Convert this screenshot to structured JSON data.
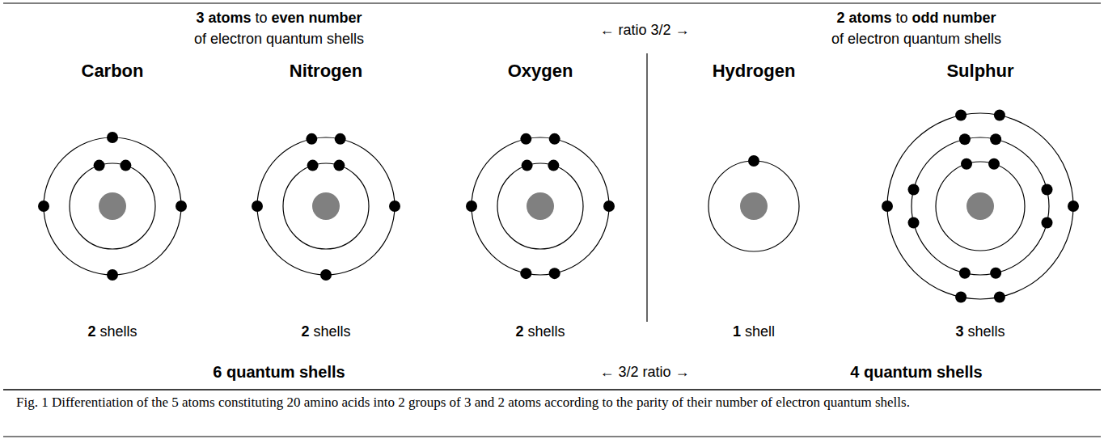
{
  "diagram": {
    "caption": "Fig. 1 Differentiation of the 5 atoms constituting 20 amino acids into 2 groups of 3 and 2 atoms according to the parity of their number of electron quantum shells.",
    "nodes": [
      {
        "text": [
          "Carbon",
          "2 shells"
        ]
      },
      {
        "text": [
          "Nitrogen",
          "2 shells"
        ]
      },
      {
        "text": [
          "Oxygen",
          "2 shells"
        ]
      },
      {
        "text": [
          "Hydrogen",
          "1 shell"
        ]
      },
      {
        "text": [
          "Sulphur",
          "3 shells"
        ]
      }
    ],
    "labels": [
      "3 atoms to even number of electron quantum shells",
      "← ratio 3/2 →",
      "2 atoms to odd number of electron quantum shells",
      "6 quantum shells",
      "← 3/2 ratio →",
      "4 quantum shells"
    ]
  }
}
